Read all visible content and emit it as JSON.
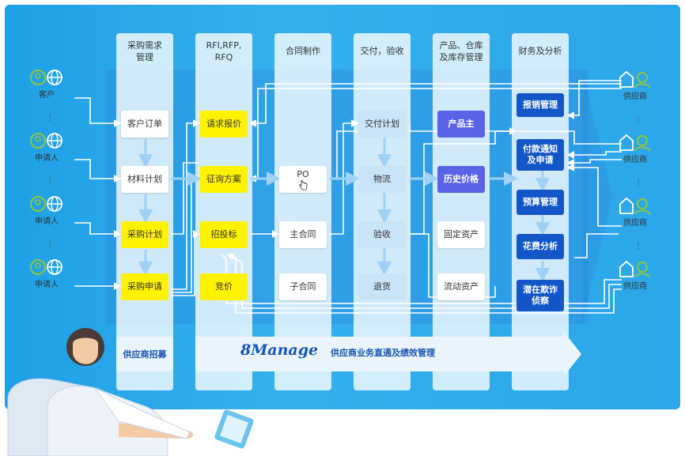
{
  "columns": [
    {
      "title": [
        "采购需求",
        "管理"
      ]
    },
    {
      "title": [
        "RFI,RFP,",
        "RFQ"
      ]
    },
    {
      "title": [
        "合同制作"
      ]
    },
    {
      "title": [
        "交付，验收"
      ]
    },
    {
      "title": [
        "产品、仓库",
        "及库存管理"
      ]
    },
    {
      "title": [
        "财务及分析"
      ]
    }
  ],
  "left_actors": [
    {
      "label": "客户"
    },
    {
      "label": "申请人"
    },
    {
      "label": "申请人"
    },
    {
      "label": "申请人"
    }
  ],
  "right_actors": [
    {
      "label": "供应商"
    },
    {
      "label": "供应商"
    },
    {
      "label": "供应商"
    },
    {
      "label": "供应商"
    }
  ],
  "dots": "⋮",
  "boxes": {
    "customer_order": "客户订单",
    "material_plan": "材料计划",
    "purchase_plan": "采购计划",
    "purchase_request": "采购申请",
    "request_quote": "请求报价",
    "inquiry_plan": "征询方案",
    "tender": "招投标",
    "bidding": "竞价",
    "po": "PO",
    "master_contract": "主合同",
    "sub_contract": "子合同",
    "delivery_plan": "交付计划",
    "logistics": "物流",
    "acceptance": "验收",
    "return_goods": "退货",
    "product_owner": "产品主",
    "price_history": "历史价格",
    "fixed_assets": "固定资产",
    "current_assets": "流动资产",
    "expense_mgmt": "报销管理",
    "payment_notice": [
      "付款通知",
      "及申请"
    ],
    "budget_mgmt": "预算管理",
    "cost_analysis": "花费分析",
    "fraud_detect": [
      "潜在欺诈",
      "侦察"
    ]
  },
  "bottom": {
    "recruit": "供应商招募",
    "logo": "8Manage",
    "tagline": "供应商业务直通及绩效管理"
  },
  "colors": {
    "panel": "#2aa6ea",
    "yellow": "#fff200",
    "purple": "#5a63e8",
    "navy": "#1256c8",
    "light_blue": "#c9e3f7",
    "actor_green": "#8dc63f"
  }
}
